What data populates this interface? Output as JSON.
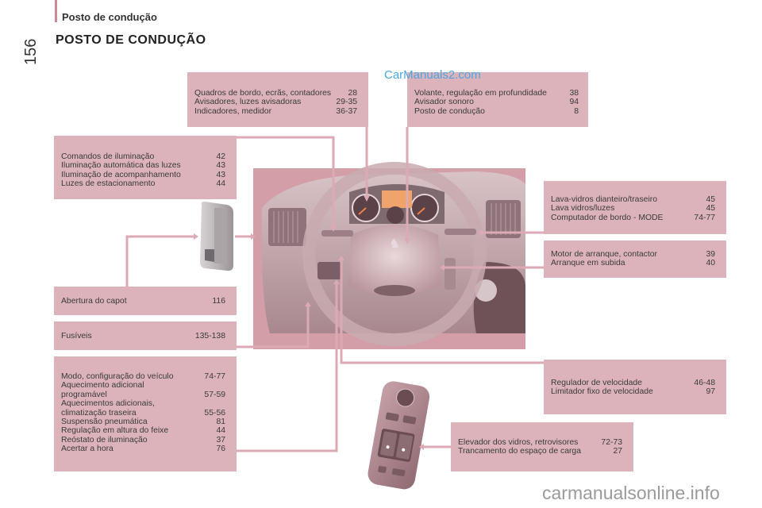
{
  "header": {
    "section": "Posto de condução",
    "page_number": "156",
    "title": "POSTO DE CONDUÇÃO"
  },
  "watermarks": {
    "top": "CarManuals2.com",
    "bottom": "carmanualsonline.info"
  },
  "colors": {
    "box_fill": "#dcb3bb",
    "connector": "#d9a8b2",
    "accent_bar": "#c98a96",
    "watermark_blue": "#4aa6e0"
  },
  "callouts": {
    "instruments": {
      "items": [
        {
          "label": "Quadros de bordo, ecrãs, contadores",
          "page": "28"
        },
        {
          "label": "Avisadores, luzes avisadoras",
          "page": "29-35"
        },
        {
          "label": "Indicadores, medidor",
          "page": "36-37"
        }
      ]
    },
    "steering": {
      "items": [
        {
          "label": "Volante, regulação em profundidade",
          "page": "38"
        },
        {
          "label": "Avisador sonoro",
          "page": "94"
        },
        {
          "label": "Posto de condução",
          "page": "8"
        }
      ]
    },
    "lighting": {
      "items": [
        {
          "label": "Comandos de iluminação",
          "page": "42"
        },
        {
          "label": "Iluminação automática das luzes",
          "page": "43"
        },
        {
          "label": "Iluminação de acompanhamento",
          "page": "43"
        },
        {
          "label": "Luzes de estacionamento",
          "page": "44"
        }
      ]
    },
    "bonnet": {
      "items": [
        {
          "label": "Abertura do capot",
          "page": "116"
        }
      ]
    },
    "fuses": {
      "items": [
        {
          "label": "Fusíveis",
          "page": "135-138"
        }
      ]
    },
    "mode": {
      "items": [
        {
          "label": "Modo, configuração do veículo",
          "page": "74-77"
        },
        {
          "label": "Aquecimento adicional programável",
          "page": "57-59"
        },
        {
          "label": "Aquecimentos adicionais, climatização traseira",
          "page": "55-56"
        },
        {
          "label": "Suspensão pneumática",
          "page": "81"
        },
        {
          "label": "Regulação em altura do feixe",
          "page": "44"
        },
        {
          "label": "Reóstato de iluminação",
          "page": "37"
        },
        {
          "label": "Acertar a hora",
          "page": "76"
        }
      ]
    },
    "wipers": {
      "items": [
        {
          "label": "Lava-vidros dianteiro/traseiro",
          "page": "45"
        },
        {
          "label": "Lava vidros/luzes",
          "page": "45"
        },
        {
          "label": "Computador de bordo - MODE",
          "page": "74-77"
        }
      ]
    },
    "ignition": {
      "items": [
        {
          "label": "Motor de arranque, contactor",
          "page": "39"
        },
        {
          "label": "Arranque em subida",
          "page": "40"
        }
      ]
    },
    "cruise": {
      "items": [
        {
          "label": "Regulador de velocidade",
          "page": "46-48"
        },
        {
          "label": "Limitador fixo de velocidade",
          "page": "97"
        }
      ]
    },
    "windows": {
      "items": [
        {
          "label": "Elevador dos vidros, retrovisores",
          "page": "72-73"
        },
        {
          "label": "Trancamento do espaço de carga",
          "page": "27"
        }
      ]
    }
  }
}
